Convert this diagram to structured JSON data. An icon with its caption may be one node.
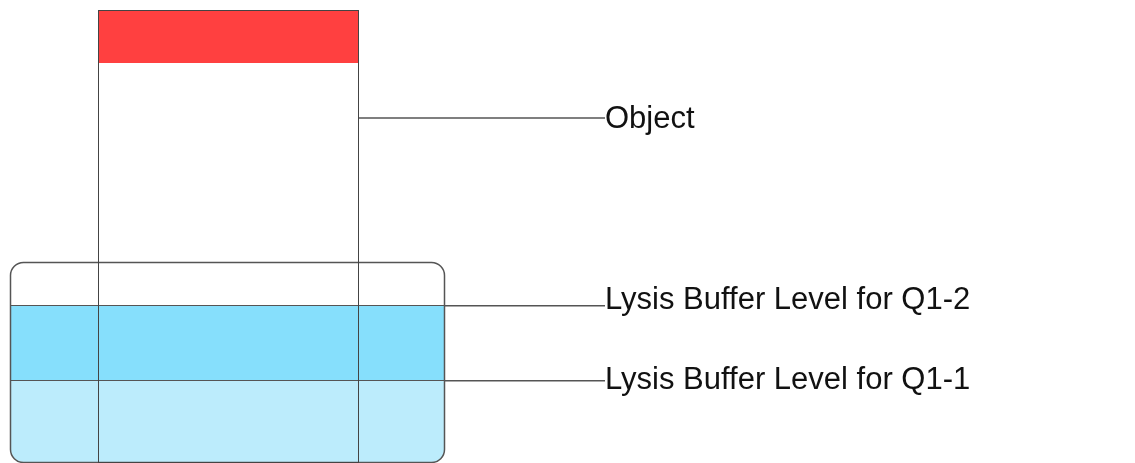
{
  "diagram": {
    "nodes": [
      {
        "text": [],
        "shape": "box"
      },
      {
        "text": [
          "Object"
        ]
      },
      {
        "text": [],
        "shape": "bar"
      },
      {
        "text": [
          "Lysis Buffer Level for Q1-2"
        ]
      },
      {
        "text": [],
        "shape": "bar"
      },
      {
        "text": [
          "Lysis Buffer Level for Q1-1"
        ]
      }
    ],
    "edges": [
      {
        "from": 1,
        "to": 0,
        "arrow": "none"
      },
      {
        "from": 3,
        "to": 2,
        "arrow": "none"
      },
      {
        "from": 5,
        "to": 4,
        "arrow": "none"
      }
    ]
  }
}
